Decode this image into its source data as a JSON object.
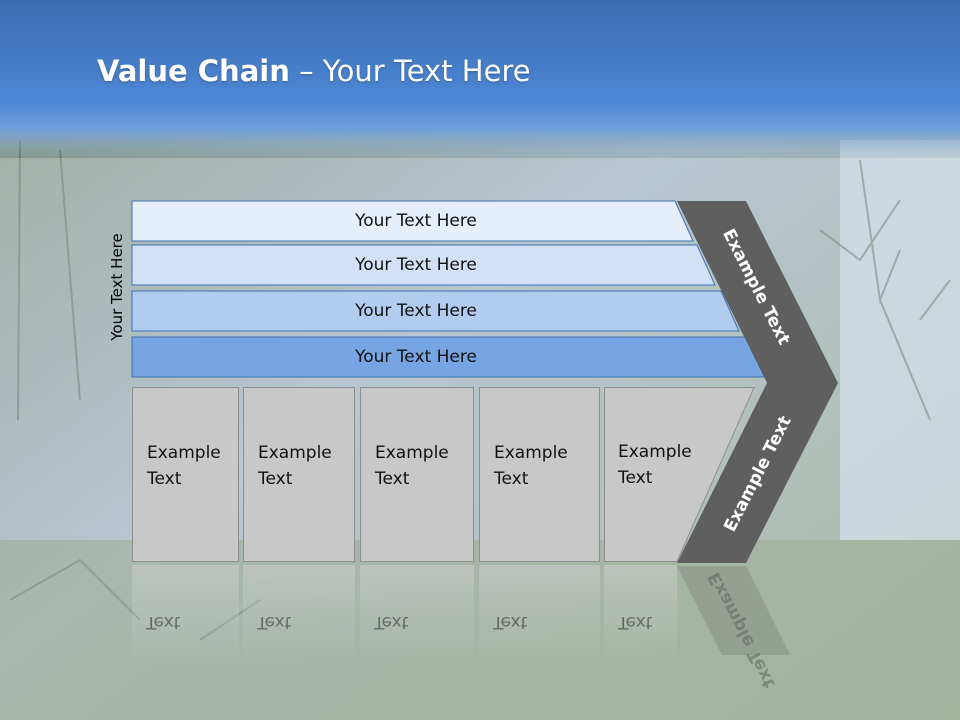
{
  "slide": {
    "title_bold": "Value Chain",
    "title_rest": " – Your Text Here",
    "side_label": "Your Text Here"
  },
  "bars": [
    {
      "label": "Your Text Here",
      "color": "#e6eefa"
    },
    {
      "label": "Your Text Here",
      "color": "#d2e1f6"
    },
    {
      "label": "Your Text Here",
      "color": "#b2ccf0"
    },
    {
      "label": "Your Text Here",
      "color": "#77a5e3"
    }
  ],
  "stages": [
    {
      "line1": "Example",
      "line2": "Text"
    },
    {
      "line1": "Example",
      "line2": "Text"
    },
    {
      "line1": "Example",
      "line2": "Text"
    },
    {
      "line1": "Example",
      "line2": "Text"
    },
    {
      "line1": "Example",
      "line2": "Text"
    }
  ],
  "chevron": {
    "top_label": "Example Text",
    "bottom_label": "Example Text",
    "color": "#5f5f5f"
  },
  "colors": {
    "header_top": "#3f72b8",
    "header_bottom": "#4d87d4",
    "bar_border": "#3f6fae",
    "stage_fill": "#c8c8c8"
  }
}
